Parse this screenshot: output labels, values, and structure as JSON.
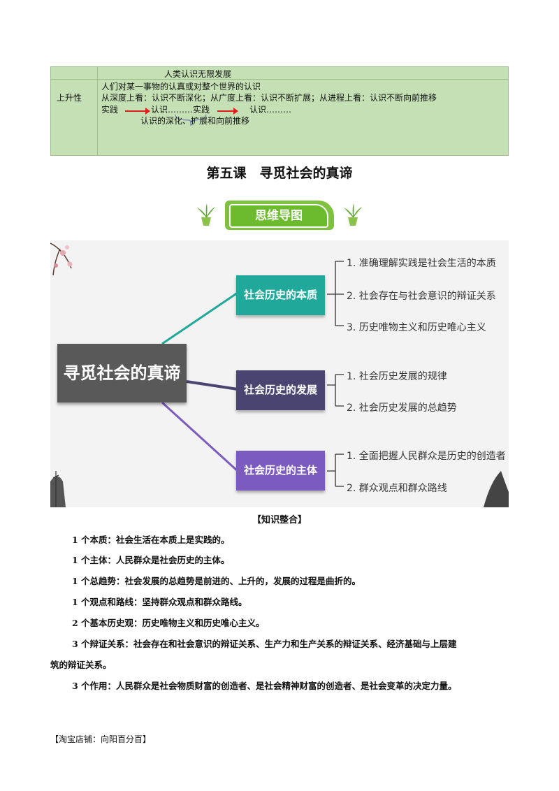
{
  "table": {
    "header": "人类认识无限发展",
    "row_label": "上升性",
    "line1": "人们对某一事物的认真或对整个世界的认识",
    "line2": "从深度上看：认识不断深化；从广度上看：认识不断扩展；从进程上看：认识不断向前推移",
    "flow_practice1": "实践",
    "flow_knowledge1": "认识………实践",
    "flow_knowledge2": "认识………",
    "flow_note": "认识的深化、扩展和向前推移"
  },
  "lesson_title": "第五课　寻觅社会的真谛",
  "banner": "思维导图",
  "mindmap": {
    "root": "寻觅社会的真谛",
    "branches": [
      {
        "label": "社会历史的本质",
        "color": "#20a99a",
        "leaves": [
          "1. 准确理解实践是社会生活的本质",
          "2. 社会存在与社会意识的辩证关系",
          "3. 历史唯物主义和历史唯心主义"
        ]
      },
      {
        "label": "社会历史的发展",
        "color": "#4a4570",
        "leaves": [
          "1. 社会历史发展的规律",
          "2. 社会历史发展的总趋势"
        ]
      },
      {
        "label": "社会历史的主体",
        "color": "#7b5bbf",
        "leaves": [
          "1. 全面把握人民群众是历史的创造者",
          "2. 群众观点和群众路线"
        ]
      }
    ]
  },
  "knowledge": {
    "title": "【知识整合】",
    "points": [
      "1 个本质：社会生活在本质上是实践的。",
      "1 个主体：人民群众是社会历史的主体。",
      "1 个总趋势：社会发展的总趋势是前进的、上升的，发展的过程是曲折的。",
      "1 个观点和路线：坚持群众观点和群众路线。",
      "2 个基本历史观：历史唯物主义和历史唯心主义。",
      "3 个辩证关系：社会存在和社会意识的辩证关系、生产力和生产关系的辩证关系、经济基础与上层建",
      "3 个作用：人民群众是社会物质财富的创造者、是社会精神财富的创造者、是社会变革的决定力量。"
    ],
    "point6_cont": "筑的辩证关系。"
  },
  "footer": "【淘宝店铺：向阳百分百】"
}
